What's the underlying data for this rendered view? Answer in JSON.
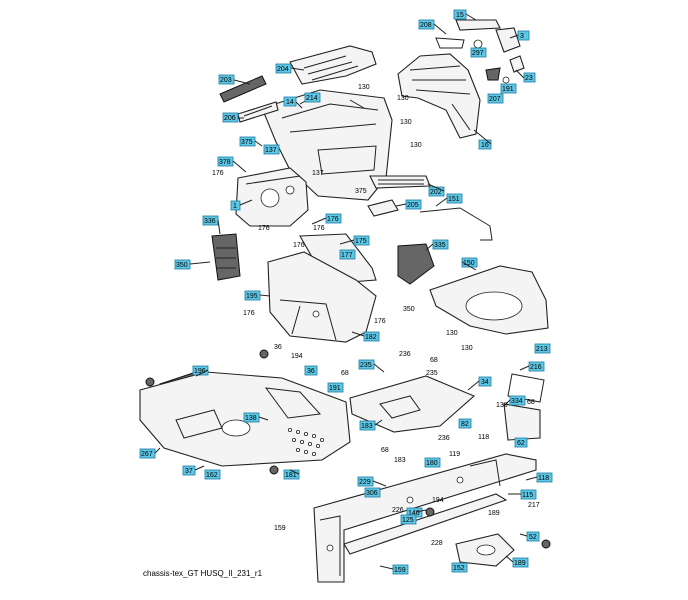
{
  "caption": "chassis-tex_GT HUSQ_II_231_r1",
  "boxed_labels": [
    "3",
    "15",
    "208",
    "297",
    "23",
    "207",
    "191",
    "203",
    "204",
    "214",
    "14",
    "206",
    "16",
    "375",
    "137",
    "378",
    "1",
    "202",
    "205",
    "151",
    "336",
    "176",
    "175",
    "177",
    "335",
    "150",
    "350",
    "195",
    "182",
    "196",
    "235",
    "34",
    "216",
    "213",
    "334",
    "191",
    "138",
    "183",
    "36",
    "82",
    "62",
    "180",
    "267",
    "37",
    "162",
    "181",
    "118",
    "115",
    "229",
    "306",
    "146",
    "125",
    "52",
    "189",
    "152",
    "159"
  ],
  "plain_labels": [
    "130",
    "130",
    "130",
    "130",
    "176",
    "137",
    "375",
    "176",
    "176",
    "176",
    "176",
    "350",
    "130",
    "130",
    "176",
    "36",
    "194",
    "68",
    "68",
    "236",
    "235",
    "68",
    "236",
    "183",
    "119",
    "118",
    "130",
    "68",
    "226",
    "194",
    "159",
    "228",
    "217",
    "189"
  ]
}
